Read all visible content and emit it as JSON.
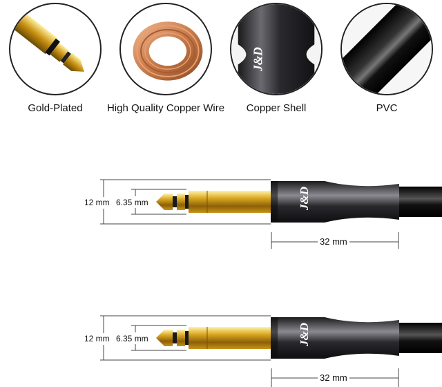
{
  "features": [
    {
      "label": "Gold-Plated",
      "icon": "gold-plug-tip-icon"
    },
    {
      "label": "High Quality Copper Wire",
      "icon": "copper-coil-icon"
    },
    {
      "label": "Copper Shell",
      "icon": "copper-shell-icon"
    },
    {
      "label": "PVC",
      "icon": "pvc-cable-icon"
    }
  ],
  "brand_logo": "J&D",
  "diagrams": [
    {
      "outer_diameter": "12 mm",
      "inner_diameter": "6.35 mm",
      "shell_length": "32 mm"
    },
    {
      "outer_diameter": "12 mm",
      "inner_diameter": "6.35 mm",
      "shell_length": "32 mm"
    }
  ],
  "colors": {
    "gold": "#d4a21c",
    "copper": "#c87a4a",
    "gunmetal": "#3a3a3e",
    "cable": "#0c0c0c"
  }
}
